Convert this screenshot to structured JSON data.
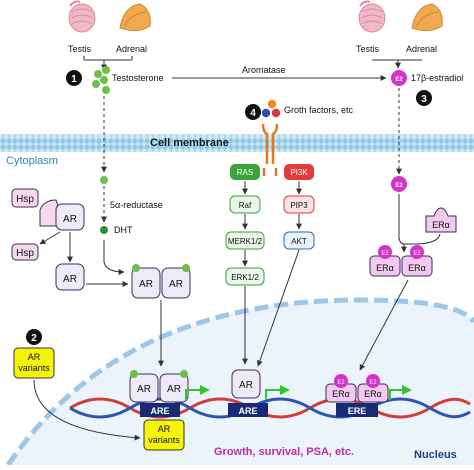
{
  "labels": {
    "testis_left": "Testis",
    "adrenal_left": "Adrenal",
    "testis_right": "Testis",
    "adrenal_right": "Adrenal",
    "testosterone": "Testosterone",
    "aromatase": "Aromatase",
    "estradiol": "17β-estradiol",
    "growth_factors": "Groth factors, etc",
    "cell_membrane": "Cell membrane",
    "cytoplasm": "Cytoplasm",
    "reductase": "5α-reductase",
    "dht": "DHT",
    "hsp": "Hsp",
    "ar": "AR",
    "ar_variants_line1": "AR",
    "ar_variants_line2": "variants",
    "ras": "RAS",
    "pi3k": "PI3K",
    "raf": "Raf",
    "pip3": "PIP3",
    "merk": "MERK1/2",
    "akt": "AKT",
    "erk": "ERK1/2",
    "e2": "E2",
    "er_alpha": "ERα",
    "are": "ARE",
    "ere": "ERE",
    "growth_survival": "Growth, survival, PSA, etc.",
    "nucleus": "Nucleus"
  },
  "badges": {
    "one": "1",
    "two": "2",
    "three": "3",
    "four": "4"
  },
  "colors": {
    "membrane": "#a9d4ea",
    "ar_fill": "#efeaf7",
    "ar_stroke": "#3a2f5a",
    "hsp_fill": "#f6d9ec",
    "ligand_green": "#6cc04a",
    "e2_magenta": "#d432c8",
    "er_fill": "#f2c9ef",
    "ras_green": "#3aa33a",
    "pi3k_red": "#e23b3b",
    "kinase_fill": "#eaf6ea",
    "akt_fill": "#eaf2fb",
    "yellow": "#f6f40a",
    "navy": "#182a73",
    "nucleus_text": "#1c3f8a",
    "growth_text": "#c42aa6",
    "cytoplasm_text": "#2b86b7",
    "arrow_green": "#33c431"
  }
}
